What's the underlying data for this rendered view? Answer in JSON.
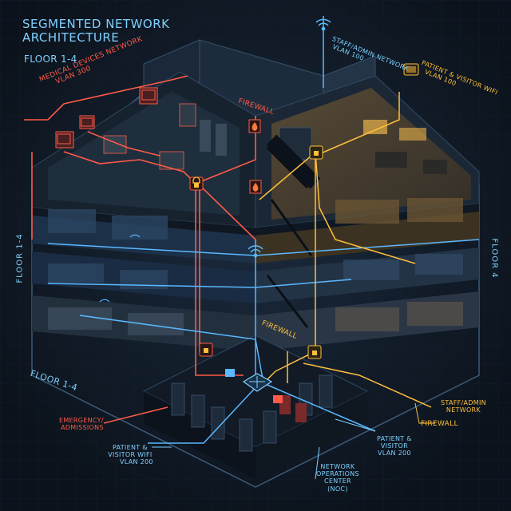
{
  "header": {
    "title_line1": "SEGMENTED NETWORK",
    "title_line2": "ARCHITECTURE",
    "subtitle": "FLOOR 1-4"
  },
  "networks": {
    "medical": {
      "line1": "MEDICAL DEVICES NETWORK",
      "line2": "VLAN 300"
    },
    "staff_top": {
      "line1": "STAFF/ADMIN NETWORK",
      "line2": "VLAN 100"
    },
    "patient_top": {
      "line1": "PATIENT & VISITOR WIFI",
      "line2": "VLAN 100"
    },
    "emergency": {
      "line1": "EMERGENCY/",
      "line2": "ADMISSIONS"
    },
    "patient_left": {
      "line1": "PATIENT &",
      "line2": "VISITOR WIFI",
      "line3": "VLAN 200"
    },
    "patient_right": {
      "line1": "PATIENT &",
      "line2": "VISITOR",
      "line3": "VLAN 200"
    },
    "noc": {
      "line1": "NETWORK",
      "line2": "OPERATIONS",
      "line3": "CENTER",
      "line4": "(NOC)"
    },
    "staff_right": {
      "line1": "STAFF/ADMIN",
      "line2": "NETWORK"
    }
  },
  "firewalls": {
    "top": "FIREWALL",
    "middle": "FIREWALL",
    "bottom_right": "FIREWALL"
  },
  "floors": {
    "left_vertical": "FLOOR 1-4",
    "right_vertical": "FLOOR 4",
    "bottom_left": "FLOOR 1-4"
  },
  "colors": {
    "background": "#0d1520",
    "medical_red": "#ff5a47",
    "staff_amber": "#ffbf3a",
    "patient_blue": "#7fd0ff"
  },
  "icons": [
    "wifi-icon",
    "router-icon",
    "lock-icon",
    "fire-icon",
    "server-icon",
    "monitor-icon"
  ]
}
